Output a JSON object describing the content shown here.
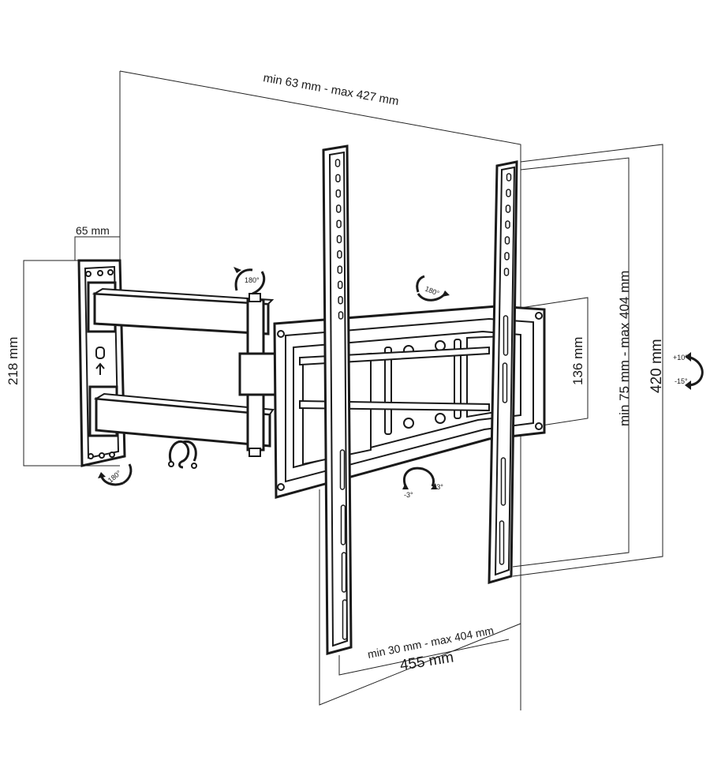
{
  "dimensions": {
    "top_width": "min 63 mm - max 427 mm",
    "wall_plate_depth": "65 mm",
    "wall_plate_height": "218 mm",
    "rail_height": "136 mm",
    "vertical_range": "min 75 mm - max 404 mm",
    "overall_height": "420 mm",
    "horizontal_range": "min 30 mm - max 404 mm",
    "overall_width": "455 mm"
  },
  "rotations": {
    "arm_swivel": "180°",
    "plate_swivel": "180°",
    "wall_swivel": "180°",
    "tilt_up": "+10°",
    "tilt_down": "-15°",
    "level_minus": "-3°",
    "level_plus": "+3°"
  }
}
